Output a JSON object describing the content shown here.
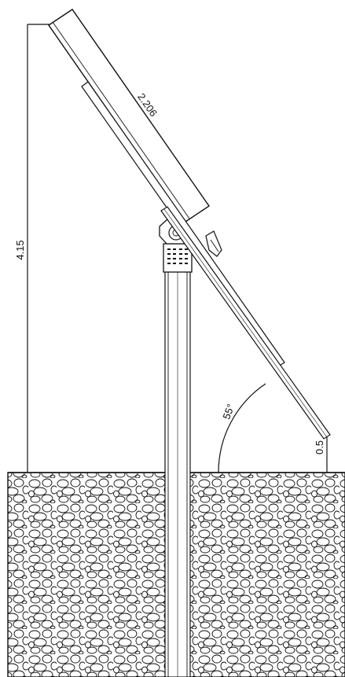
{
  "drawing": {
    "dimensions": {
      "height": "4.15",
      "panel_length": "2.206",
      "clearance": "0.5",
      "tilt_angle": "55°"
    }
  },
  "colors": {
    "line": "#111111",
    "background": "#ffffff",
    "ground_fill": "#ffffff"
  }
}
